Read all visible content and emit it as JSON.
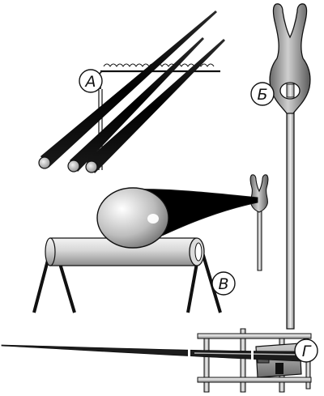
{
  "labels": {
    "a": "А",
    "b": "Б",
    "v": "В",
    "g": "Г"
  },
  "colors": {
    "ink": "#111111",
    "metal_light": "#e6e6e6",
    "metal_mid": "#9a9a9a",
    "metal_dark": "#3a3a3a",
    "background": "#ffffff"
  },
  "icons": {
    "a": "rods-drying-rack-icon",
    "b": "clothespin-clamp-icon",
    "v": "blank-on-sawhorse-icon",
    "g": "rod-in-vise-icon"
  }
}
